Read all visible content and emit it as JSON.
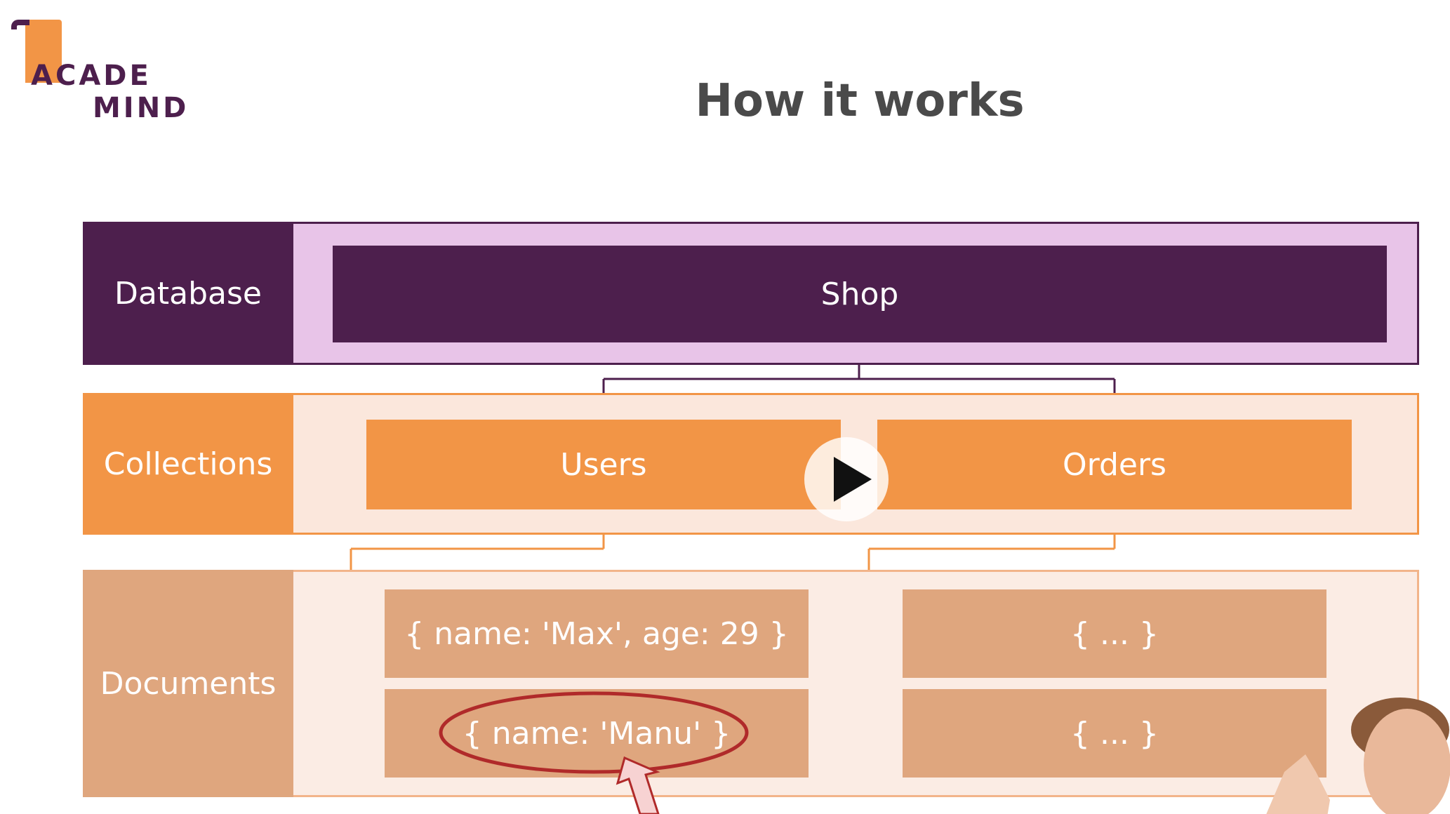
{
  "logo": {
    "line1": "ACADE",
    "line2": "MIND",
    "colors": {
      "flag": "#f29546",
      "text": "#4d1f4d"
    }
  },
  "title": "How it works",
  "rows": {
    "database": {
      "label": "Database",
      "color": "#4d1f4d",
      "panel_color": "#e8c4e8"
    },
    "collections": {
      "label": "Collections",
      "color": "#f29546",
      "panel_color": "#fbe7dc"
    },
    "documents": {
      "label": "Documents",
      "color": "#dfa67e",
      "panel_color": "#fbece4"
    }
  },
  "database": {
    "name": "Shop"
  },
  "collections": [
    {
      "name": "Users"
    },
    {
      "name": "Orders"
    }
  ],
  "documents": {
    "users": [
      "{ name: 'Max', age: 29 }",
      "{ name: 'Manu' }"
    ],
    "orders": [
      "{ ... }",
      "{ ... }"
    ]
  },
  "highlight": {
    "target": "{ name: 'Manu' }",
    "color": "#b02a2a"
  },
  "video": {
    "overlay_icon": "play-icon"
  }
}
